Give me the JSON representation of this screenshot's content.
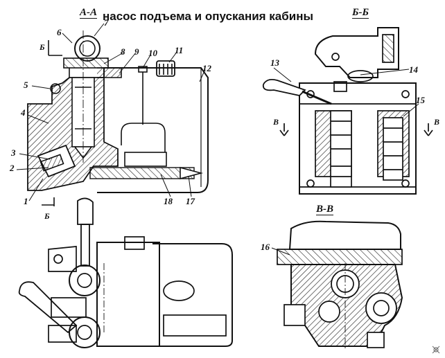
{
  "title": "насос подъема и опускания кабины",
  "sections": {
    "aa": "А-А",
    "bb": "Б-Б",
    "vv": "В-В"
  },
  "section_marks": {
    "b": "Б",
    "v": "В"
  },
  "callouts": [
    "1",
    "2",
    "3",
    "4",
    "5",
    "6",
    "7",
    "8",
    "9",
    "10",
    "11",
    "12",
    "13",
    "14",
    "15",
    "16",
    "17",
    "18"
  ],
  "colors": {
    "ink": "#111111",
    "background": "#ffffff",
    "hatch": "#222222"
  }
}
